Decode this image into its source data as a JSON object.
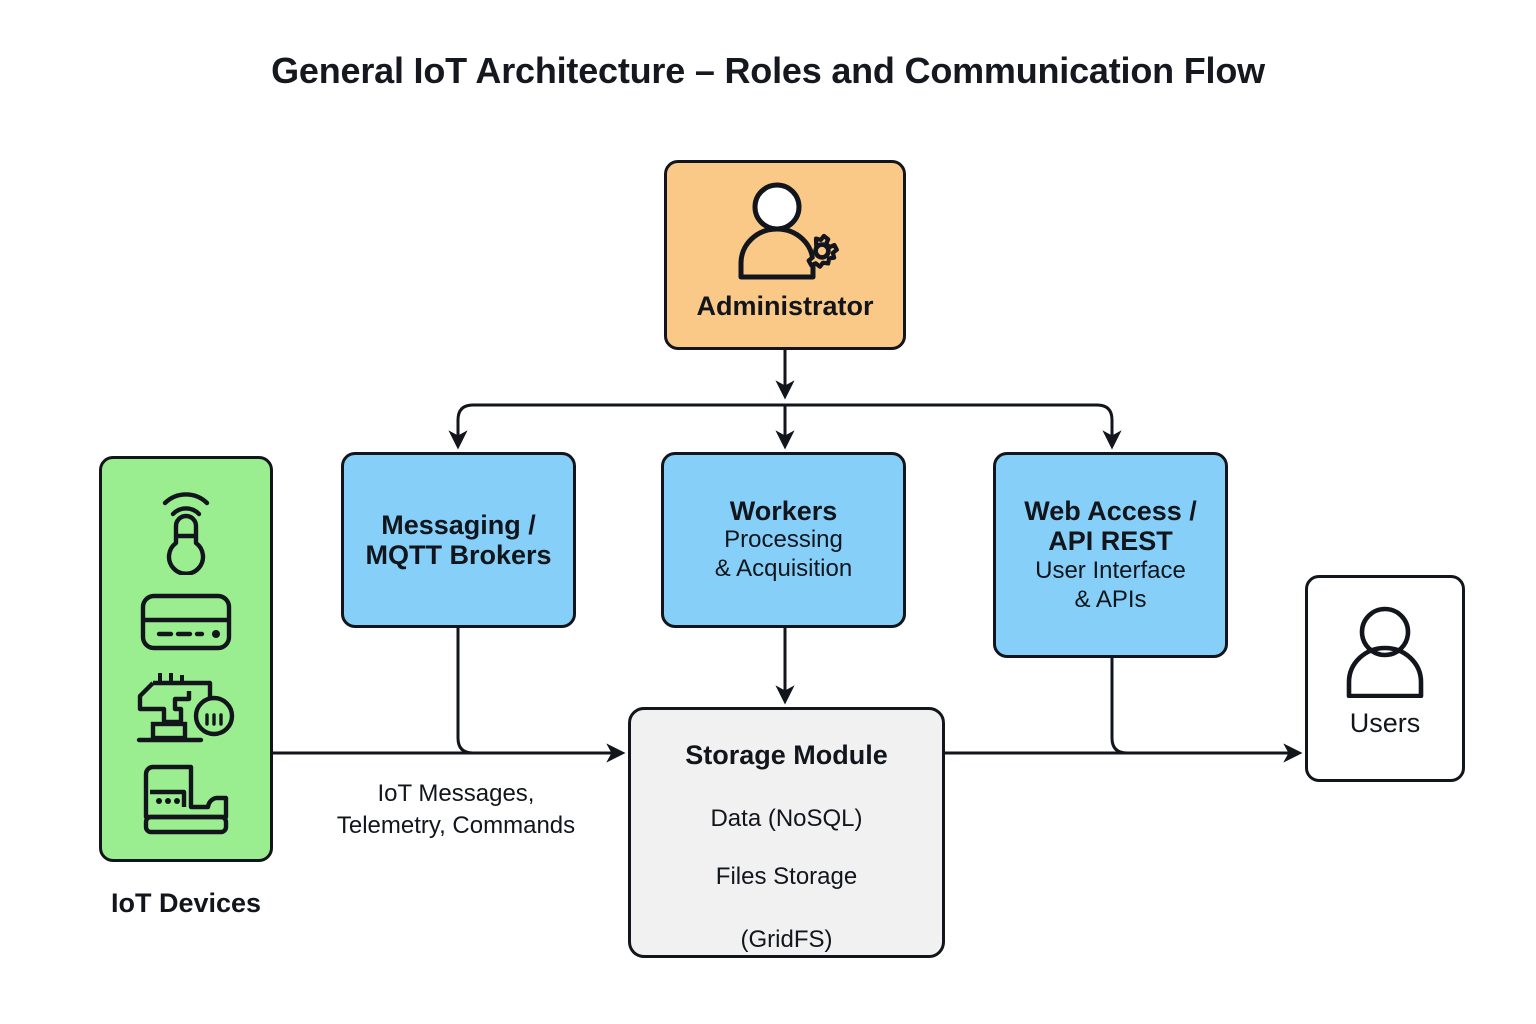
{
  "title": "General IoT Architecture – Roles and Communication Flow",
  "colors": {
    "admin_fill": "#FAC987",
    "devices_fill": "#9BEE90",
    "service_fill": "#85CFF8",
    "storage_fill": "#F1F1F1",
    "users_fill": "#FFFFFF",
    "stroke": "#12161C",
    "text": "#12161C",
    "background": "#FFFFFF"
  },
  "nodes": {
    "administrator": {
      "label": "Administrator",
      "icon": "user-gear-icon"
    },
    "iot_devices": {
      "label": "IoT Devices",
      "icons": [
        "wireless-temperature-sensor-icon",
        "gateway-router-icon",
        "industrial-robot-arm-icon",
        "industrial-machine-icon"
      ]
    },
    "messaging": {
      "line1": "Messaging /",
      "line2": "MQTT Brokers"
    },
    "workers": {
      "title": "Workers",
      "line1": "Processing",
      "line2": "& Acquisition"
    },
    "web_access": {
      "line1": "Web Access /",
      "line2": "API REST",
      "sub1": "User Interface",
      "sub2": "& APIs"
    },
    "storage": {
      "title": "Storage Module",
      "sub1": "Data (NoSQL)",
      "sub2": "Files Storage",
      "sub3": "(GridFS)"
    },
    "users": {
      "label": "Users",
      "icon": "user-icon"
    }
  },
  "edges": {
    "devices_to_storage_label_line1": "IoT Messages,",
    "devices_to_storage_label_line2": "Telemetry, Commands"
  }
}
